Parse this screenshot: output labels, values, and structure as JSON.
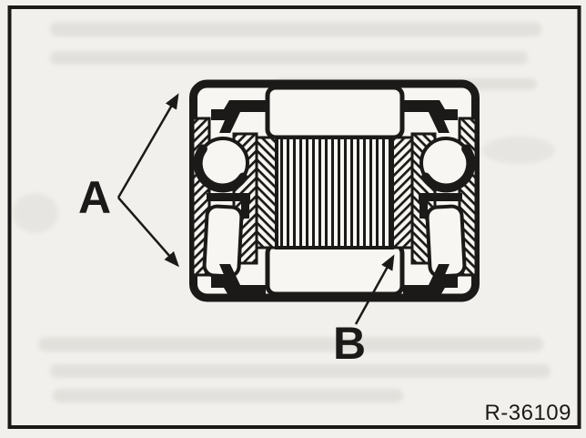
{
  "figure": {
    "callouts": {
      "a": "A",
      "b": "B"
    },
    "reference": "R-36109"
  },
  "colors": {
    "ink": "#1b1a18",
    "paper": "#f1f0ec",
    "shape_fill": "#f7f6f2"
  }
}
